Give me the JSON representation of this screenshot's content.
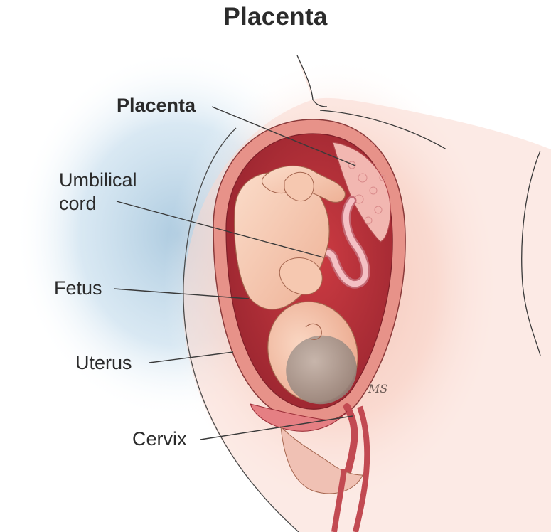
{
  "title": "Placenta",
  "labels": {
    "placenta": "Placenta",
    "umbilical_line1": "Umbilical",
    "umbilical_line2": "cord",
    "fetus": "Fetus",
    "uterus": "Uterus",
    "cervix": "Cervix"
  },
  "signature": "MS",
  "colors": {
    "text": "#2b2b2b",
    "leader": "#3a3a3a",
    "glow_blue": "#b9d3e4",
    "glow_pink": "#f0a894",
    "uterus_wall": "#e38d85",
    "uterine_cavity": "#b8323a",
    "placenta": "#f2b7b1",
    "skin": "#f4c2a8",
    "cord": "#f0b2b6",
    "hair": "#9c8b82"
  }
}
